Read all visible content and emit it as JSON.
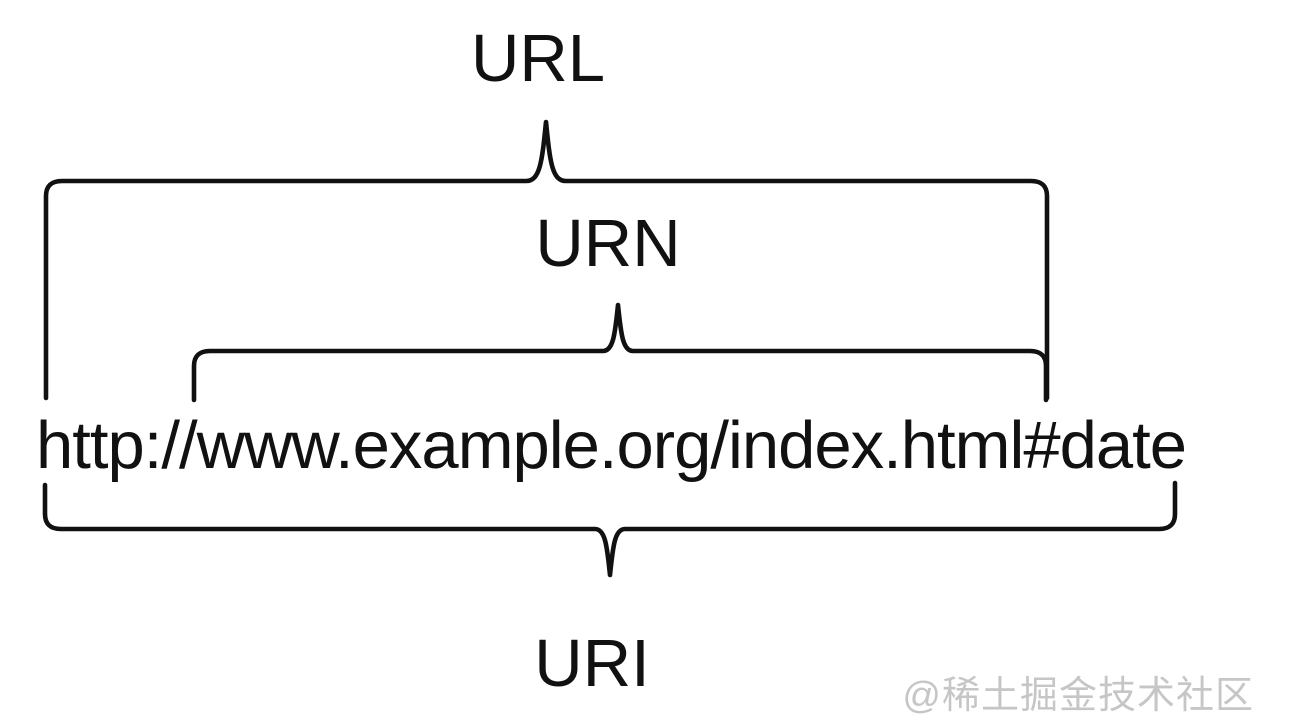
{
  "diagram": {
    "title_hint": "URI / URL / URN relationship diagram",
    "labels": {
      "url": "URL",
      "urn": "URN",
      "uri": "URI"
    },
    "example_text": "http://www.example.org/index.html#date",
    "watermark": "@稀土掘金技术社区",
    "colors": {
      "background": "#ffffff",
      "line": "#111111",
      "text": "#111111",
      "watermark": "#c6c6c6"
    }
  }
}
